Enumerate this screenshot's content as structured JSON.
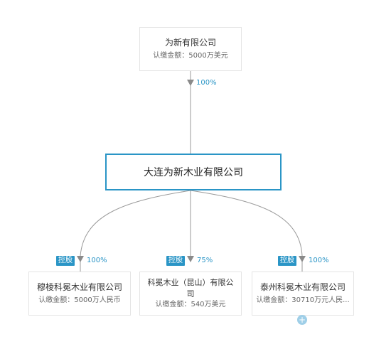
{
  "parent": {
    "name": "为新有限公司",
    "amount": "认缴金额：5000万美元",
    "percent": "100%"
  },
  "main": {
    "name": "大连为新木业有限公司"
  },
  "children": [
    {
      "tag": "控股",
      "percent": "100%",
      "name": "穆棱科冕木业有限公司",
      "amount": "认缴金额：5000万人民币"
    },
    {
      "tag": "控股",
      "percent": "75%",
      "name_line1": "科冕木业（昆山）有限公",
      "name_line2": "司",
      "amount": "认缴金额：540万美元"
    },
    {
      "tag": "控股",
      "percent": "100%",
      "name": "泰州科冕木业有限公司",
      "amount": "认缴金额：30710万元人民..."
    }
  ],
  "expand_symbol": "+",
  "colors": {
    "accent": "#2a95c6",
    "line": "#9a9a9a",
    "border": "#e4e4e4"
  }
}
